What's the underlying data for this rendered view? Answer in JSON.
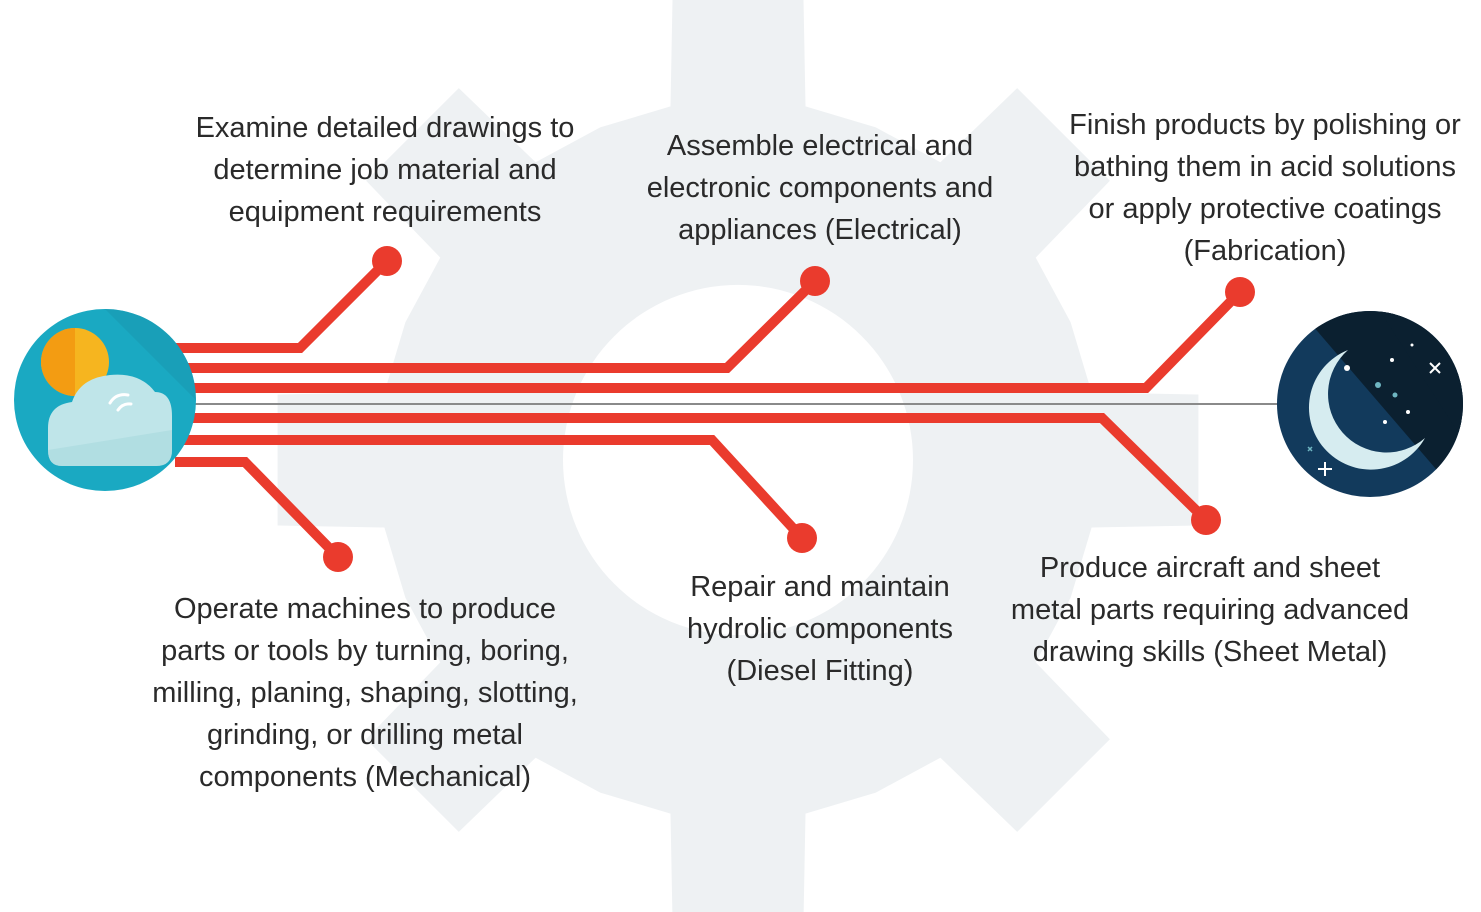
{
  "steps": [
    {
      "id": 1,
      "text": "Examine detailed drawings to\ndetermine job material and\nequipment requirements"
    },
    {
      "id": 2,
      "text": "Assemble electrical and\nelectronic components and\nappliances (Electrical)"
    },
    {
      "id": 3,
      "text": "Finish products by polishing or\nbathing them in acid solutions\nor apply protective coatings\n(Fabrication)"
    },
    {
      "id": 4,
      "text": "Operate machines to produce\nparts or tools by turning, boring,\nmilling, planing, shaping, slotting,\ngrinding, or drilling metal\ncomponents (Mechanical)"
    },
    {
      "id": 5,
      "text": "Repair and maintain\nhydrolic components\n(Diesel Fitting)"
    },
    {
      "id": 6,
      "text": "Produce aircraft and sheet\nmetal parts requiring advanced\ndrawing skills (Sheet Metal)"
    }
  ],
  "icons": {
    "start": "day-cloud-sun-icon",
    "end": "night-moon-stars-icon",
    "background": "gear-icon"
  },
  "colors": {
    "line": "#ea3b2d",
    "gear": "#eef1f3",
    "text": "#2a2a2a",
    "day_circle": "#1aa9c2",
    "night_circle": "#123a5c"
  }
}
